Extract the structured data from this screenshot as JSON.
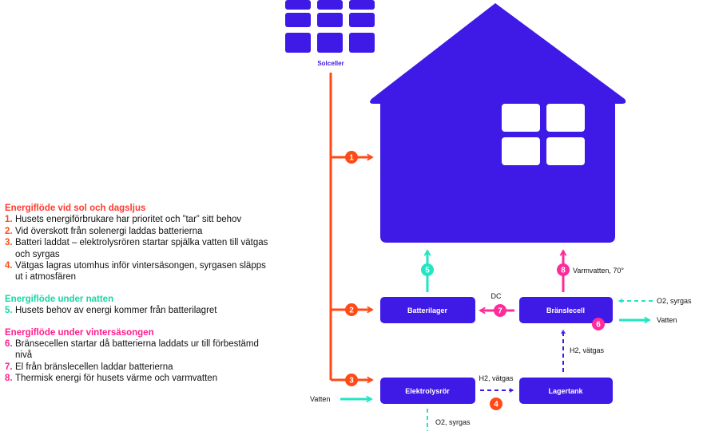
{
  "colors": {
    "purple": "#3f19e6",
    "orange": "#ff4a17",
    "cyan": "#21e6c1",
    "magenta": "#ff2b9a",
    "title_red": "#ff3b2f",
    "title_green": "#19d6a6",
    "title_pink": "#ff1f8c"
  },
  "legend": {
    "sections": [
      {
        "title": "Energiflöde vid sol och dagsljus",
        "title_color": "#ff3b2f",
        "num_color": "#ff4a17",
        "items": [
          {
            "num": "1.",
            "text": "Husets energiförbrukare har prioritet och ”tar” sitt behov"
          },
          {
            "num": "2.",
            "text": "Vid överskott från solenergi laddas batterierna"
          },
          {
            "num": "3.",
            "text": "Batteri laddat – elektrolysrören startar spjälka vatten till vätgas och syrgas"
          },
          {
            "num": "4.",
            "text": "Vätgas lagras utomhus inför vintersäsongen, syrgasen släpps ut i atmosfären"
          }
        ]
      },
      {
        "title": "Energiflöde under natten",
        "title_color": "#19d6a6",
        "num_color": "#19d6a6",
        "items": [
          {
            "num": "5.",
            "text": "Husets behov av energi kommer från batterilagret"
          }
        ]
      },
      {
        "title": "Energiflöde under vintersäsongen",
        "title_color": "#ff1f8c",
        "num_color": "#ff1f8c",
        "items": [
          {
            "num": "6.",
            "text": "Bränsecellen startar då batterierna laddats ur till förbestämd nivå"
          },
          {
            "num": "7.",
            "text": "El från bränslecellen laddar batterierna"
          },
          {
            "num": "8.",
            "text": "Thermisk energi för husets värme och varmvatten"
          }
        ]
      }
    ]
  },
  "diagram": {
    "solar_label": "Solceller",
    "boxes": {
      "battery": "Batterilager",
      "fuelcell": "Bränslecell",
      "electrolysis": "Elektrolysrör",
      "tank": "Lagertank"
    },
    "markers": {
      "m1": "1",
      "m2": "2",
      "m3": "3",
      "m4": "4",
      "m5": "5",
      "m6": "6",
      "m7": "7",
      "m8": "8"
    },
    "labels": {
      "dc": "DC",
      "warm_water": "Varmvatten, 70°",
      "o2_in": "O2, syrgas",
      "water_out": "Vatten",
      "h2_up": "H2, vätgas",
      "h2_right": "H2, vätgas",
      "water_in": "Vatten",
      "o2_out": "O2, syrgas"
    }
  }
}
